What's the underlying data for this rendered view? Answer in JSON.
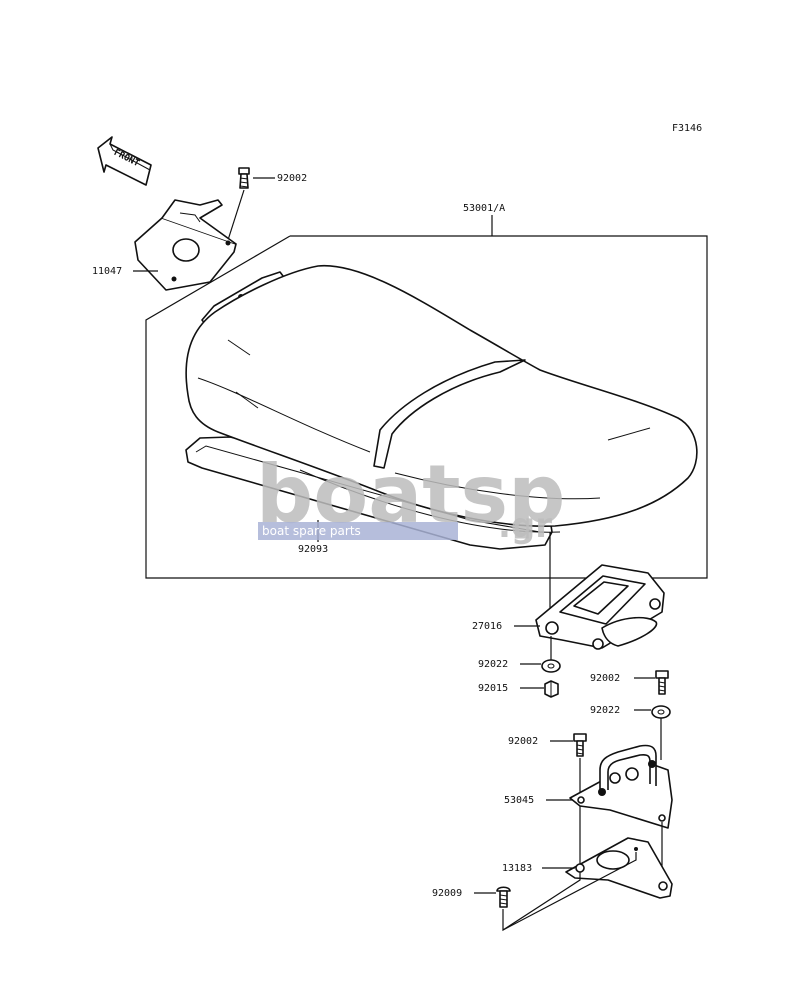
{
  "figure_code": "F3146",
  "front_label": "FRONT",
  "watermark": {
    "logo_text": "boatsp",
    "suffix": ".gr",
    "tagline": "boat spare parts"
  },
  "labels": {
    "p92002_top": "92002",
    "p11047": "11047",
    "p53001": "53001/A",
    "p92093": "92093",
    "p27016": "27016",
    "p92022_left": "92022",
    "p92015": "92015",
    "p92002_right": "92002",
    "p92022_right": "92022",
    "p92002_mid": "92002",
    "p53045": "53045",
    "p13183": "13183",
    "p92009": "92009"
  }
}
